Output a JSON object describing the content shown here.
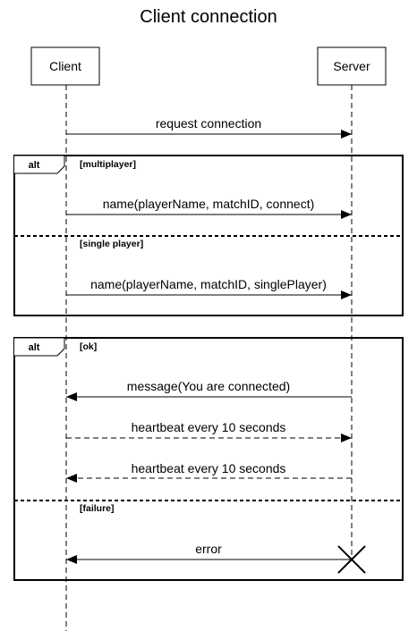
{
  "title": "Client connection",
  "actors": {
    "client": "Client",
    "server": "Server"
  },
  "messages": {
    "request": "request connection",
    "multiplayer_name": "name(playerName, matchID, connect)",
    "single_name": "name(playerName, matchID, singlePlayer)",
    "connected": "message(You are connected)",
    "heartbeat_to_server": "heartbeat every 10 seconds",
    "heartbeat_to_client": "heartbeat every 10 seconds",
    "error": "error"
  },
  "fragments": {
    "first": {
      "operator": "alt",
      "guard_top": "[multiplayer]",
      "guard_bottom": "[single player]"
    },
    "second": {
      "operator": "alt",
      "guard_top": "[ok]",
      "guard_bottom": "[failure]"
    }
  }
}
